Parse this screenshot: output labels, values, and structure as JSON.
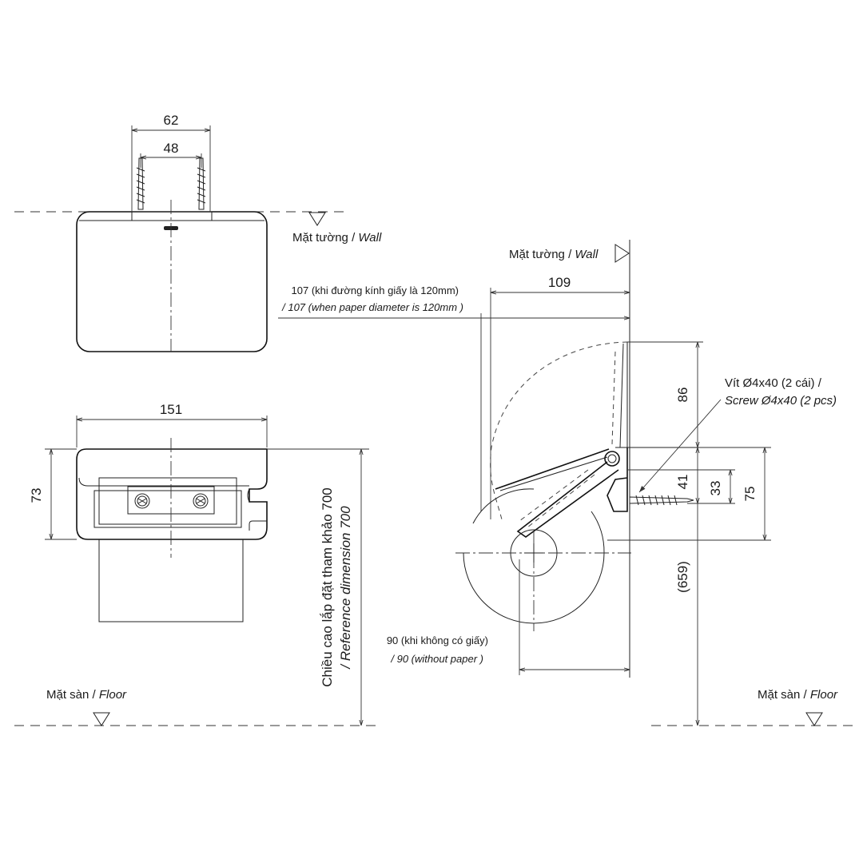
{
  "dimensions": {
    "top_outer_width": "62",
    "top_screw_spacing": "48",
    "front_width": "151",
    "front_height": "73",
    "side_depth": "109",
    "side_depth_paper_label": "107 (khi đường kính giấy là 120mm)",
    "side_depth_paper_label_en": "/ 107 (when  paper diameter is 120mm )",
    "side_cover_height": "86",
    "side_screw_offset": "41",
    "side_screw_offset2": "33",
    "side_body_height": "75",
    "side_floor_height": "(659)",
    "side_depth_empty_label": "90 (khi không có giấy)",
    "side_depth_empty_label_en": "/ 90 (without paper )",
    "reference_height_label": "Chiều cao lắp đặt tham khảo 700",
    "reference_height_label_en": "/ Reference dimension 700"
  },
  "labels": {
    "wall_top_vi": "Mặt tường / ",
    "wall_top_en": "Wall",
    "wall_side_vi": "Mặt tường / ",
    "wall_side_en": "Wall",
    "floor_left_vi": "Mặt sàn / ",
    "floor_left_en": "Floor",
    "floor_right_vi": "Mặt sàn / ",
    "floor_right_en": "Floor",
    "screw_vi": "Vít Ø4x40 (2 cái) /",
    "screw_en": "Screw Ø4x40 (2 pcs)"
  }
}
